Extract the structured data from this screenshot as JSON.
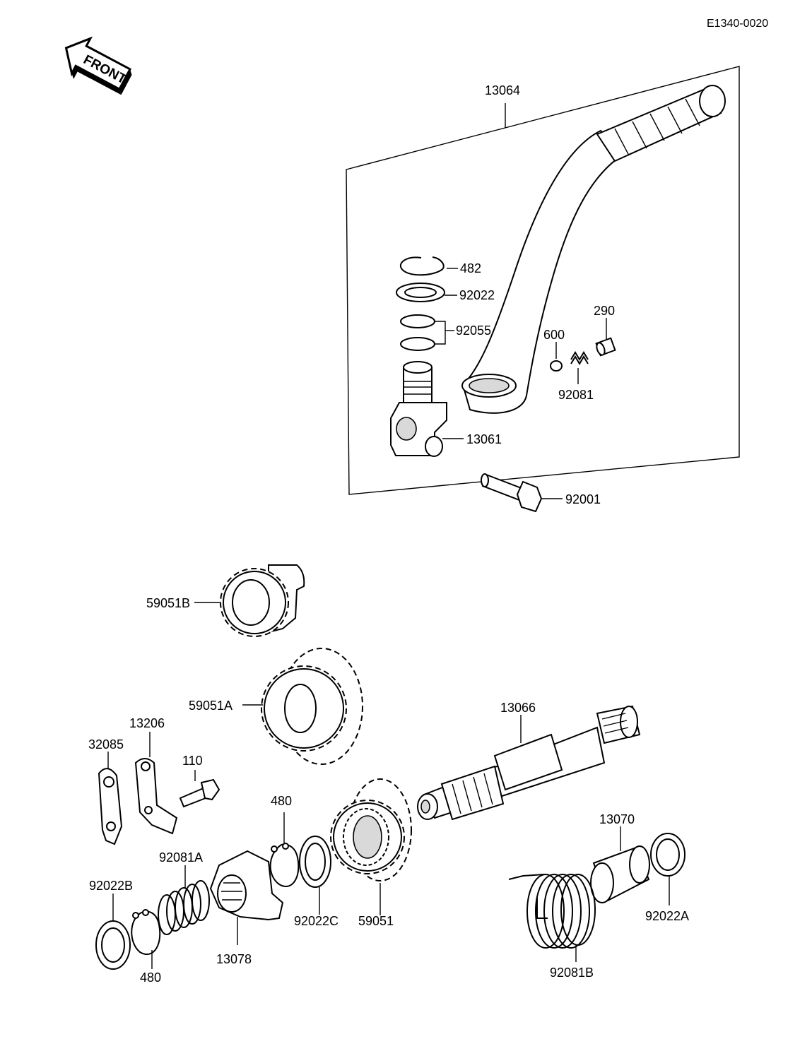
{
  "header": {
    "code": "E1340-0020"
  },
  "front_badge": {
    "label": "FRONT"
  },
  "callouts": {
    "p13064": "13064",
    "p482": "482",
    "p92022": "92022",
    "p92055": "92055",
    "p290": "290",
    "p600": "600",
    "p92081": "92081",
    "p13061": "13061",
    "p92001": "92001",
    "p59051B": "59051B",
    "p59051A": "59051A",
    "p13066": "13066",
    "p13206": "13206",
    "p32085": "32085",
    "p110": "110",
    "p480a": "480",
    "p92081A": "92081A",
    "p92022B": "92022B",
    "p480b": "480",
    "p13078": "13078",
    "p92022C": "92022C",
    "p59051": "59051",
    "p13070": "13070",
    "p92022A": "92022A",
    "p92081B": "92081B"
  }
}
